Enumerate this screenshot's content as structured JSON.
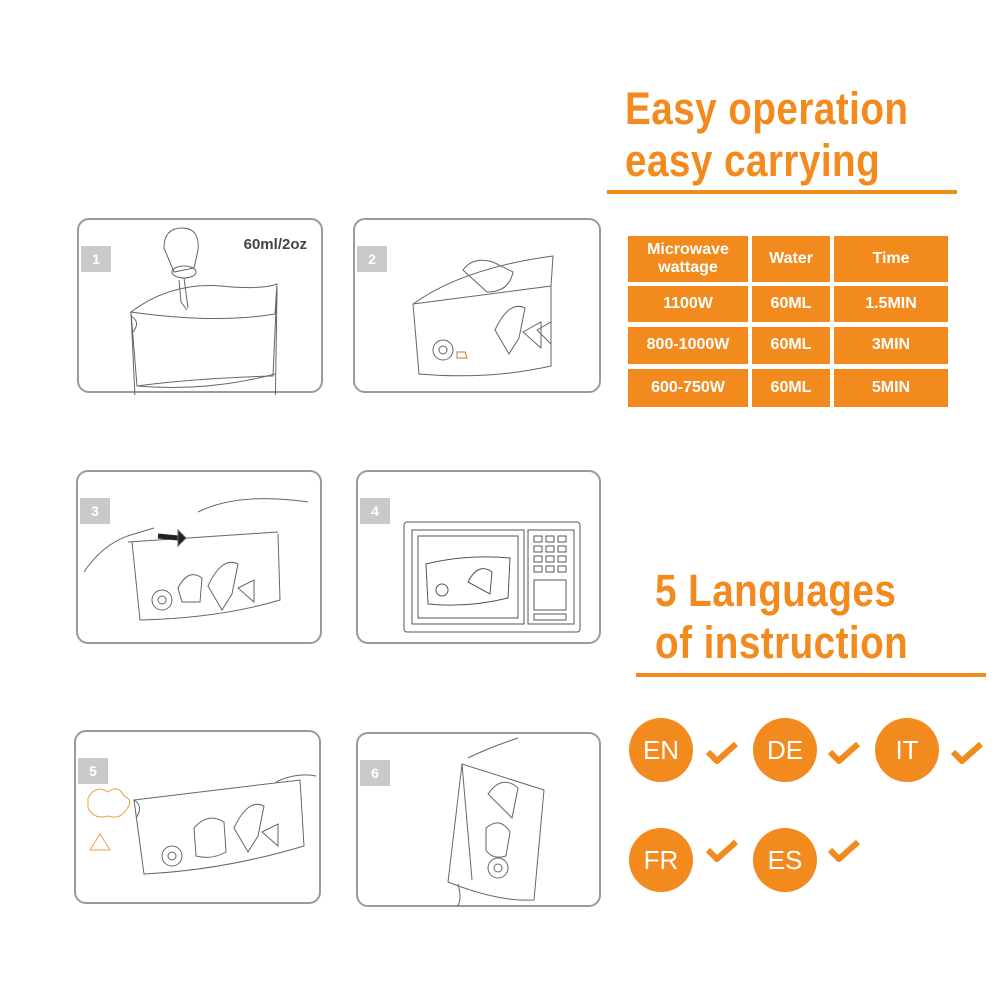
{
  "steps": [
    {
      "number": "1",
      "note": "60ml/2oz"
    },
    {
      "number": "2"
    },
    {
      "number": "3"
    },
    {
      "number": "4"
    },
    {
      "number": "5"
    },
    {
      "number": "6"
    }
  ],
  "heading1": {
    "line1": "Easy operation",
    "line2": "easy carrying"
  },
  "table": {
    "headers": [
      "Microwave wattage",
      "Water",
      "Time"
    ],
    "rows": [
      [
        "1100W",
        "60ML",
        "1.5MIN"
      ],
      [
        "800-1000W",
        "60ML",
        "3MIN"
      ],
      [
        "600-750W",
        "60ML",
        "5MIN"
      ]
    ]
  },
  "heading2": {
    "line1": "5 Languages",
    "line2": "of instruction"
  },
  "languages": [
    "EN",
    "DE",
    "IT",
    "FR",
    "ES"
  ],
  "colors": {
    "accent": "#f28a1e",
    "badge": "#c9c9c9",
    "outline": "#9a9a9a"
  }
}
